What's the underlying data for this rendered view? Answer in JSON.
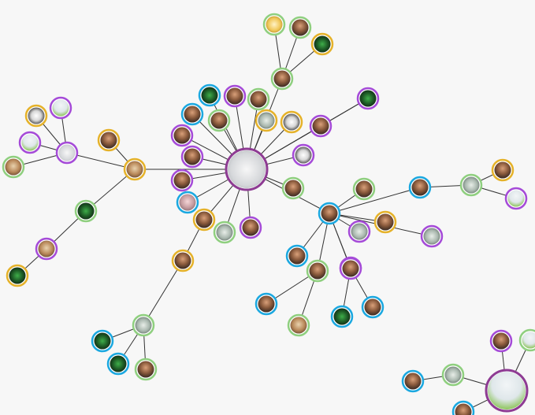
{
  "colors": {
    "background": "#f7f7f7",
    "link": "#333333",
    "ring_colors": {
      "purple": "#a54bd8",
      "green": "#8fcf7f",
      "blue": "#1ba8e0",
      "gold": "#e5b22a",
      "hub_purple": "#8e3b93"
    }
  },
  "graph": {
    "nodes": [
      {
        "id": "hub-main",
        "ring": "hub_purple",
        "kind": "hub",
        "avatar": "grey-feather-avatar"
      },
      {
        "id": "hub-bottom-right",
        "ring": "hub_purple",
        "kind": "hub",
        "avatar": "green-blob-avatar"
      },
      {
        "id": "n-top-1",
        "ring": "green",
        "avatar": "cartoon-avatar"
      },
      {
        "id": "n-top-2",
        "ring": "green",
        "avatar": "person-avatar"
      },
      {
        "id": "n-top-3",
        "ring": "gold",
        "avatar": "fern-avatar"
      },
      {
        "id": "n-top-4",
        "ring": "green",
        "avatar": "person-avatar"
      },
      {
        "id": "n-ring-1",
        "ring": "blue",
        "avatar": "fern-avatar"
      },
      {
        "id": "n-ring-2",
        "ring": "purple",
        "avatar": "person-avatar"
      },
      {
        "id": "n-ring-3",
        "ring": "green",
        "avatar": "person-avatar"
      },
      {
        "id": "n-ring-4",
        "ring": "purple",
        "avatar": "fern-avatar"
      },
      {
        "id": "n-ring-5",
        "ring": "blue",
        "avatar": "person-avatar"
      },
      {
        "id": "n-ring-6",
        "ring": "green",
        "avatar": "person-avatar"
      },
      {
        "id": "n-ring-7",
        "ring": "gold",
        "avatar": "photo-avatar"
      },
      {
        "id": "n-ring-8",
        "ring": "gold",
        "avatar": "penguin-avatar"
      },
      {
        "id": "n-ring-9",
        "ring": "purple",
        "avatar": "person-avatar"
      },
      {
        "id": "n-ring-10",
        "ring": "purple",
        "avatar": "person-avatar"
      },
      {
        "id": "n-ring-11",
        "ring": "purple",
        "avatar": "penguin-avatar"
      },
      {
        "id": "n-ring-12",
        "ring": "purple",
        "avatar": "person-avatar"
      },
      {
        "id": "n-ring-13",
        "ring": "purple",
        "avatar": "person-avatar"
      },
      {
        "id": "n-ring-14",
        "ring": "blue",
        "avatar": "blob-avatar"
      },
      {
        "id": "n-ring-15",
        "ring": "green",
        "avatar": "person-avatar"
      },
      {
        "id": "n-ring-16",
        "ring": "gold",
        "avatar": "person-avatar"
      },
      {
        "id": "n-ring-17",
        "ring": "green",
        "avatar": "photo-avatar"
      },
      {
        "id": "n-ring-18",
        "ring": "purple",
        "avatar": "person-avatar"
      },
      {
        "id": "n-left-1",
        "ring": "gold",
        "avatar": "penguin-avatar"
      },
      {
        "id": "n-left-2",
        "ring": "purple",
        "avatar": "green-blob-avatar"
      },
      {
        "id": "n-left-3",
        "ring": "purple",
        "avatar": "green-blob-avatar"
      },
      {
        "id": "n-left-4",
        "ring": "purple",
        "avatar": "grey-feather-avatar"
      },
      {
        "id": "n-left-5",
        "ring": "green",
        "avatar": "bear-avatar"
      },
      {
        "id": "n-left-6",
        "ring": "gold",
        "avatar": "person-avatar"
      },
      {
        "id": "n-left-7",
        "ring": "gold",
        "avatar": "bear-avatar"
      },
      {
        "id": "n-left-8",
        "ring": "green",
        "avatar": "fern-avatar"
      },
      {
        "id": "n-left-9",
        "ring": "purple",
        "avatar": "bear-avatar"
      },
      {
        "id": "n-left-10",
        "ring": "gold",
        "avatar": "fern-avatar"
      },
      {
        "id": "n-mid-1",
        "ring": "gold",
        "avatar": "person-avatar"
      },
      {
        "id": "n-mid-2",
        "ring": "green",
        "avatar": "photo-avatar"
      },
      {
        "id": "n-mid-3",
        "ring": "blue",
        "avatar": "fern-avatar"
      },
      {
        "id": "n-mid-4",
        "ring": "blue",
        "avatar": "fern-avatar"
      },
      {
        "id": "n-mid-5",
        "ring": "green",
        "avatar": "person-avatar"
      },
      {
        "id": "n-cluster-hub",
        "ring": "blue",
        "avatar": "person-avatar"
      },
      {
        "id": "n-cluster-1",
        "ring": "green",
        "avatar": "person-avatar"
      },
      {
        "id": "n-cluster-2",
        "ring": "purple",
        "avatar": "photo-avatar"
      },
      {
        "id": "n-cluster-3",
        "ring": "gold",
        "avatar": "person-avatar"
      },
      {
        "id": "n-cluster-4",
        "ring": "purple",
        "avatar": "photo-avatar"
      },
      {
        "id": "n-cluster-5",
        "ring": "purple",
        "avatar": "fern-avatar"
      },
      {
        "id": "n-cluster-6",
        "ring": "blue",
        "avatar": "person-avatar"
      },
      {
        "id": "n-cluster-7",
        "ring": "green",
        "avatar": "person-avatar"
      },
      {
        "id": "n-cluster-8",
        "ring": "purple",
        "avatar": "person-avatar"
      },
      {
        "id": "n-cluster-9",
        "ring": "blue",
        "avatar": "person-avatar"
      },
      {
        "id": "n-cluster-10",
        "ring": "green",
        "avatar": "bear-avatar"
      },
      {
        "id": "n-cluster-11",
        "ring": "blue",
        "avatar": "fern-avatar"
      },
      {
        "id": "n-cluster-12",
        "ring": "blue",
        "avatar": "person-avatar"
      },
      {
        "id": "n-right-1",
        "ring": "blue",
        "avatar": "person-avatar"
      },
      {
        "id": "n-right-2",
        "ring": "green",
        "avatar": "photo-avatar"
      },
      {
        "id": "n-right-3",
        "ring": "gold",
        "avatar": "person-avatar"
      },
      {
        "id": "n-right-4",
        "ring": "purple",
        "avatar": "green-blob-avatar"
      },
      {
        "id": "n-br-1",
        "ring": "purple",
        "avatar": "person-avatar"
      },
      {
        "id": "n-br-2",
        "ring": "green",
        "avatar": "green-blob-avatar"
      },
      {
        "id": "n-br-3",
        "ring": "green",
        "avatar": "photo-avatar"
      },
      {
        "id": "n-br-4",
        "ring": "blue",
        "avatar": "person-avatar"
      },
      {
        "id": "n-br-5",
        "ring": "blue",
        "avatar": "person-avatar"
      }
    ],
    "links": [
      [
        "hub-main",
        "n-top-4"
      ],
      [
        "n-top-4",
        "n-top-1"
      ],
      [
        "n-top-4",
        "n-top-2"
      ],
      [
        "n-top-4",
        "n-top-3"
      ],
      [
        "hub-main",
        "n-ring-1"
      ],
      [
        "hub-main",
        "n-ring-2"
      ],
      [
        "hub-main",
        "n-ring-3"
      ],
      [
        "hub-main",
        "n-ring-4"
      ],
      [
        "hub-main",
        "n-ring-5"
      ],
      [
        "hub-main",
        "n-ring-6"
      ],
      [
        "hub-main",
        "n-ring-7"
      ],
      [
        "hub-main",
        "n-ring-8"
      ],
      [
        "hub-main",
        "n-ring-9"
      ],
      [
        "hub-main",
        "n-ring-10"
      ],
      [
        "hub-main",
        "n-ring-11"
      ],
      [
        "hub-main",
        "n-ring-12"
      ],
      [
        "hub-main",
        "n-ring-13"
      ],
      [
        "hub-main",
        "n-ring-14"
      ],
      [
        "hub-main",
        "n-ring-15"
      ],
      [
        "hub-main",
        "n-ring-16"
      ],
      [
        "hub-main",
        "n-ring-17"
      ],
      [
        "hub-main",
        "n-ring-18"
      ],
      [
        "n-ring-4",
        "hub-main"
      ],
      [
        "hub-main",
        "n-left-7"
      ],
      [
        "n-left-7",
        "n-left-4"
      ],
      [
        "n-left-4",
        "n-left-1"
      ],
      [
        "n-left-4",
        "n-left-2"
      ],
      [
        "n-left-4",
        "n-left-3"
      ],
      [
        "n-left-4",
        "n-left-5"
      ],
      [
        "n-left-7",
        "n-left-6"
      ],
      [
        "n-left-7",
        "n-left-8"
      ],
      [
        "n-left-8",
        "n-left-9"
      ],
      [
        "n-left-9",
        "n-left-10"
      ],
      [
        "n-ring-16",
        "n-mid-1"
      ],
      [
        "n-mid-1",
        "n-mid-2"
      ],
      [
        "n-mid-2",
        "n-mid-3"
      ],
      [
        "n-mid-2",
        "n-mid-4"
      ],
      [
        "n-mid-2",
        "n-mid-5"
      ],
      [
        "hub-main",
        "n-mid-6"
      ],
      [
        "n-mid-6",
        "n-cluster-hub"
      ],
      [
        "n-cluster-hub",
        "n-cluster-1"
      ],
      [
        "n-cluster-hub",
        "n-cluster-2"
      ],
      [
        "n-cluster-hub",
        "n-cluster-3"
      ],
      [
        "n-cluster-hub",
        "n-cluster-4"
      ],
      [
        "n-cluster-hub",
        "n-cluster-5"
      ],
      [
        "n-cluster-hub",
        "n-cluster-6"
      ],
      [
        "n-cluster-hub",
        "n-cluster-7"
      ],
      [
        "n-cluster-hub",
        "n-cluster-8"
      ],
      [
        "n-cluster-7",
        "n-cluster-9"
      ],
      [
        "n-cluster-7",
        "n-cluster-10"
      ],
      [
        "n-cluster-8",
        "n-cluster-11"
      ],
      [
        "n-cluster-8",
        "n-cluster-12"
      ],
      [
        "n-cluster-hub",
        "n-right-1"
      ],
      [
        "n-right-1",
        "n-right-2"
      ],
      [
        "n-right-2",
        "n-right-3"
      ],
      [
        "n-right-2",
        "n-right-4"
      ],
      [
        "hub-bottom-right",
        "n-br-1"
      ],
      [
        "hub-bottom-right",
        "n-br-2"
      ],
      [
        "hub-bottom-right",
        "n-br-3"
      ],
      [
        "n-br-3",
        "n-br-4"
      ],
      [
        "hub-bottom-right",
        "n-br-5"
      ]
    ]
  }
}
